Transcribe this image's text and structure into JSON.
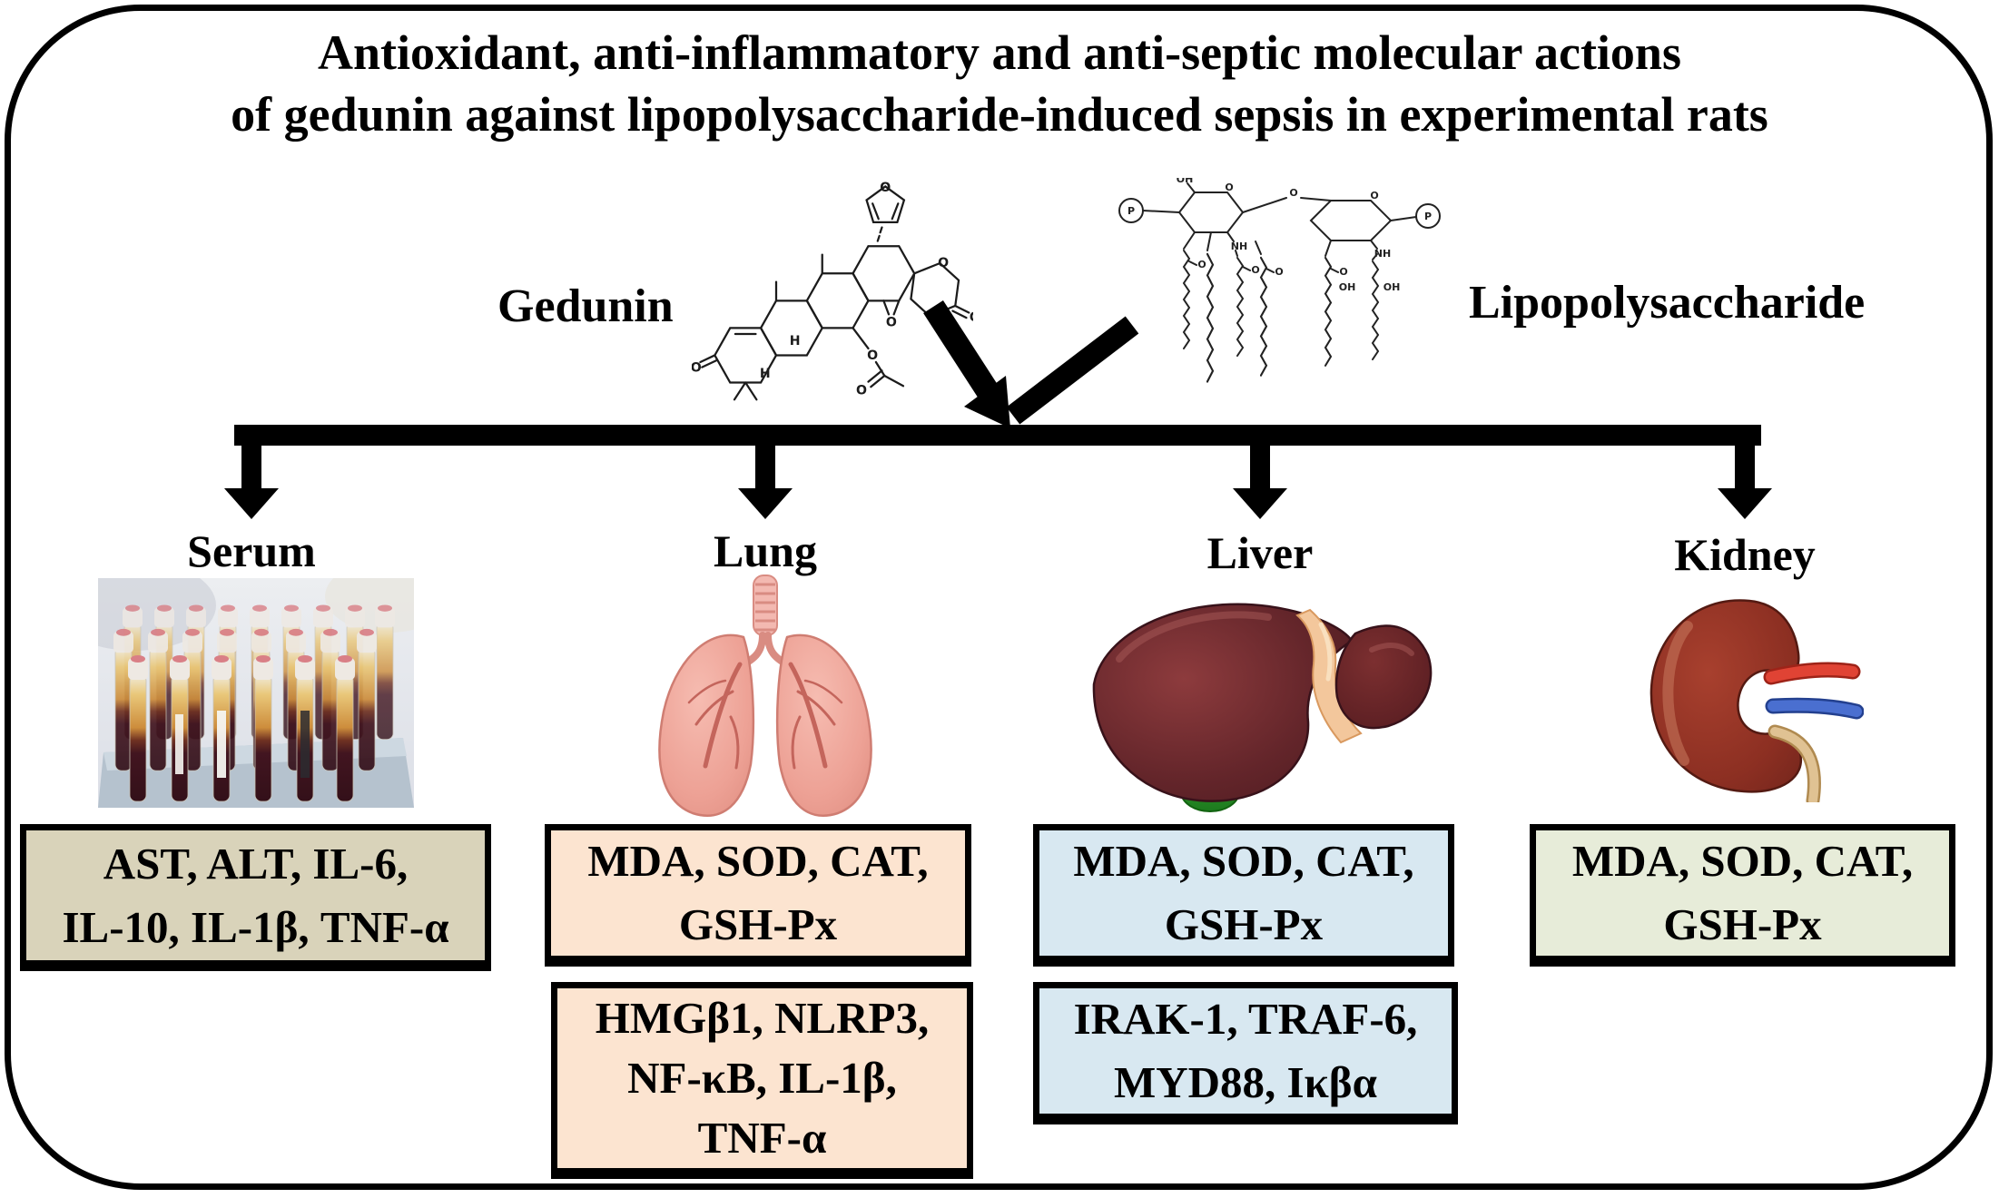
{
  "title": {
    "line1": "Antioxidant, anti-inflammatory and anti-septic molecular actions",
    "line2": "of gedunin against lipopolysaccharide-induced sepsis in experimental rats"
  },
  "molecules": {
    "gedunin": {
      "label": "Gedunin"
    },
    "lps": {
      "label": "Lipopolysaccharide"
    },
    "atom": {
      "o": "O",
      "oh": "OH",
      "nh": "NH",
      "h": "H",
      "p": "P"
    }
  },
  "branches": [
    {
      "organ": "Serum",
      "boxes": [
        {
          "lines": [
            "AST, ALT, IL-6,",
            "IL-10, IL-1β, TNF-α"
          ]
        }
      ]
    },
    {
      "organ": "Lung",
      "boxes": [
        {
          "lines": [
            "MDA, SOD, CAT,",
            "GSH-Px"
          ]
        },
        {
          "lines": [
            "HMGβ1, NLRP3,",
            "NF-κB, IL-1β,",
            "TNF-α"
          ]
        }
      ]
    },
    {
      "organ": "Liver",
      "boxes": [
        {
          "lines": [
            "MDA, SOD, CAT,",
            "GSH-Px"
          ]
        },
        {
          "lines": [
            "IRAK-1, TRAF-6,",
            "MYD88, Iκβα"
          ]
        }
      ]
    },
    {
      "organ": "Kidney",
      "boxes": [
        {
          "lines": [
            "MDA, SOD, CAT,",
            "GSH-Px"
          ]
        }
      ]
    }
  ],
  "colors": {
    "serum_box_bg": "#d9d3ba",
    "lung_box_bg": "#fce4d0",
    "liver_box_bg": "#d8e8f1",
    "kidney_box_bg": "#e7ecd9",
    "arrow": "#000000",
    "border": "#000000"
  }
}
